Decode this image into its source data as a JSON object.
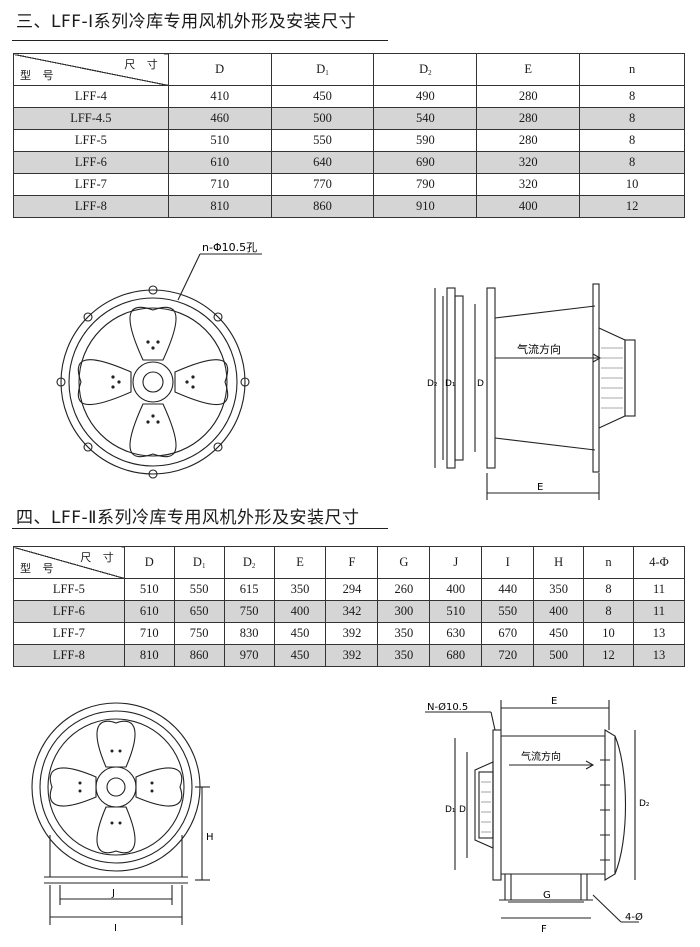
{
  "section1": {
    "title": "三、LFF-Ⅰ系列冷库专用风机外形及安装尺寸",
    "header_corner_top": "尺 寸",
    "header_corner_bottom": "型 号",
    "columns": [
      {
        "main": "D",
        "sub": ""
      },
      {
        "main": "D",
        "sub": "1"
      },
      {
        "main": "D",
        "sub": "2"
      },
      {
        "main": "E",
        "sub": ""
      },
      {
        "main": "n",
        "sub": ""
      }
    ],
    "rows": [
      {
        "model": "LFF-4",
        "cells": [
          "410",
          "450",
          "490",
          "280",
          "8"
        ]
      },
      {
        "model": "LFF-4.5",
        "cells": [
          "460",
          "500",
          "540",
          "280",
          "8"
        ]
      },
      {
        "model": "LFF-5",
        "cells": [
          "510",
          "550",
          "590",
          "280",
          "8"
        ]
      },
      {
        "model": "LFF-6",
        "cells": [
          "610",
          "640",
          "690",
          "320",
          "8"
        ]
      },
      {
        "model": "LFF-7",
        "cells": [
          "710",
          "770",
          "790",
          "320",
          "10"
        ]
      },
      {
        "model": "LFF-8",
        "cells": [
          "810",
          "860",
          "910",
          "400",
          "12"
        ]
      }
    ],
    "drawing": {
      "hole_label": "n-Φ10.5孔",
      "flow_label": "气流方向",
      "d2_label": "D₂",
      "d1_label": "D₁",
      "d_label": "D",
      "e_label": "E"
    }
  },
  "section2": {
    "title": "四、LFF-Ⅱ系列冷库专用风机外形及安装尺寸",
    "header_corner_top": "尺 寸",
    "header_corner_bottom": "型 号",
    "columns": [
      {
        "main": "D",
        "sub": ""
      },
      {
        "main": "D",
        "sub": "1"
      },
      {
        "main": "D",
        "sub": "2"
      },
      {
        "main": "E",
        "sub": ""
      },
      {
        "main": "F",
        "sub": ""
      },
      {
        "main": "G",
        "sub": ""
      },
      {
        "main": "J",
        "sub": ""
      },
      {
        "main": "I",
        "sub": ""
      },
      {
        "main": "H",
        "sub": ""
      },
      {
        "main": "n",
        "sub": ""
      },
      {
        "main": "4-Φ",
        "sub": ""
      }
    ],
    "rows": [
      {
        "model": "LFF-5",
        "cells": [
          "510",
          "550",
          "615",
          "350",
          "294",
          "260",
          "400",
          "440",
          "350",
          "8",
          "11"
        ]
      },
      {
        "model": "LFF-6",
        "cells": [
          "610",
          "650",
          "750",
          "400",
          "342",
          "300",
          "510",
          "550",
          "400",
          "8",
          "11"
        ]
      },
      {
        "model": "LFF-7",
        "cells": [
          "710",
          "750",
          "830",
          "450",
          "392",
          "350",
          "630",
          "670",
          "450",
          "10",
          "13"
        ]
      },
      {
        "model": "LFF-8",
        "cells": [
          "810",
          "860",
          "970",
          "450",
          "392",
          "350",
          "680",
          "720",
          "500",
          "12",
          "13"
        ]
      }
    ],
    "drawing": {
      "hole_label": "N-Ø10.5",
      "flow_label": "气流方向",
      "e_label": "E",
      "d1_label": "D₁",
      "d_label": "D",
      "d2_label": "D₂",
      "h_label": "H",
      "j_label": "J",
      "i_label": "I",
      "g_label": "G",
      "f_label": "F",
      "foot_hole_label": "4-Ø"
    }
  }
}
